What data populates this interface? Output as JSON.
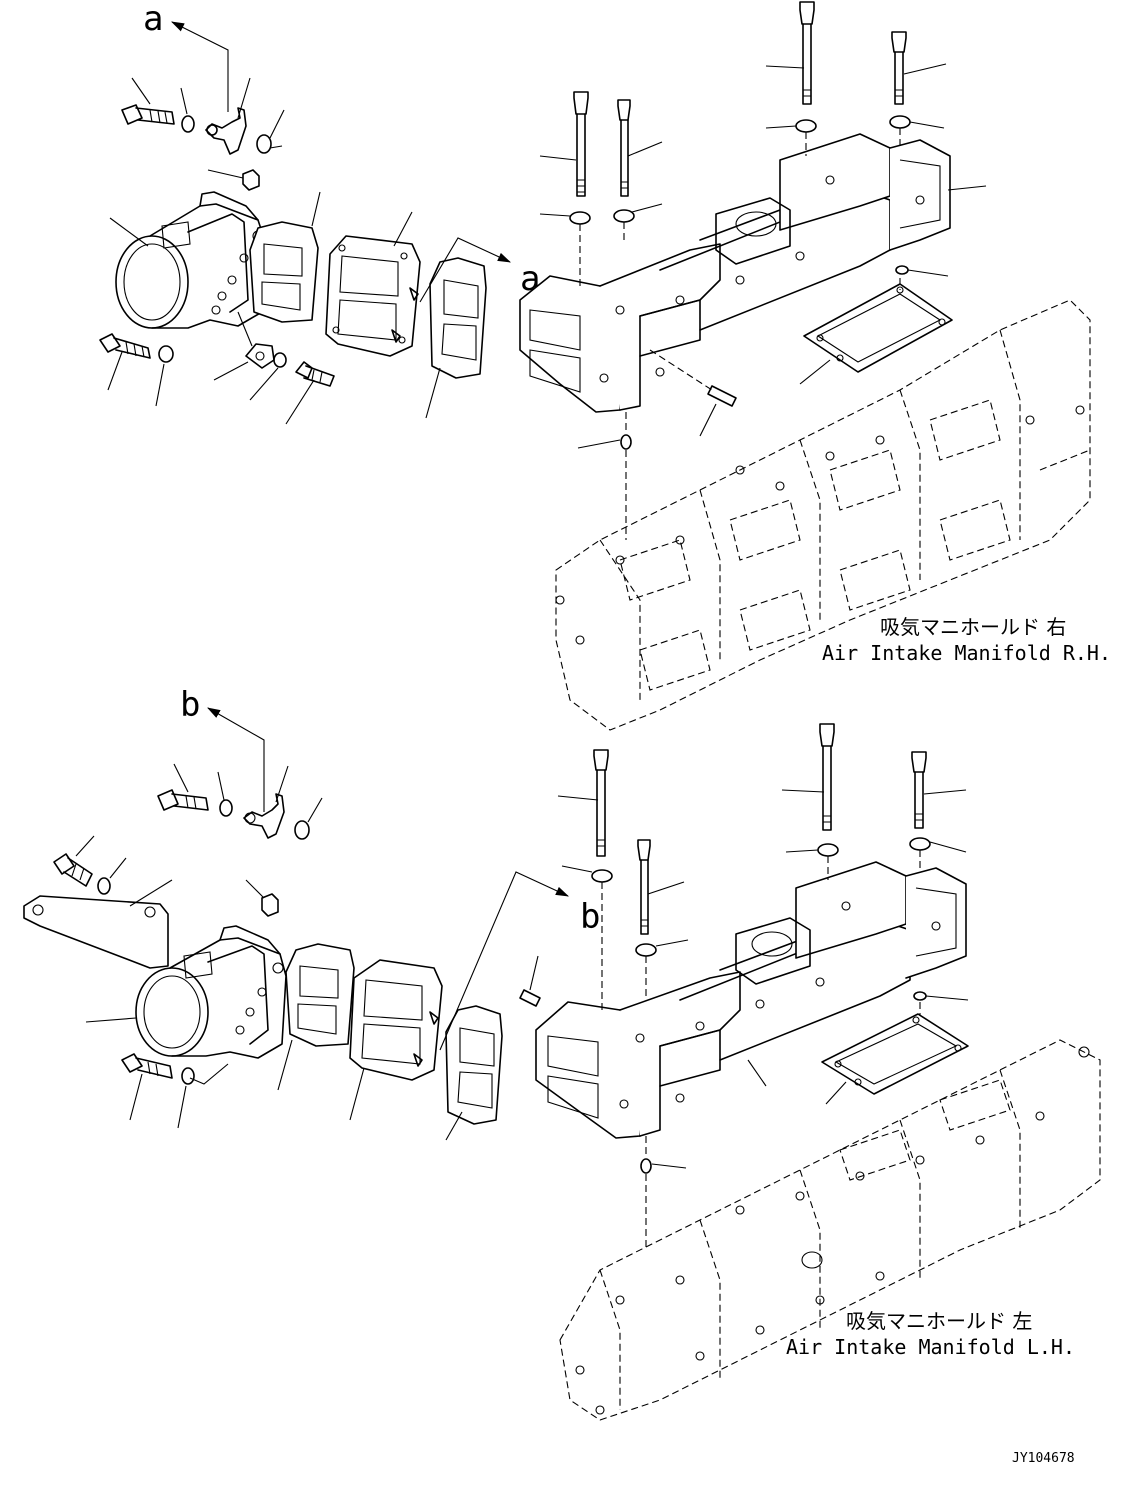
{
  "callouts": {
    "top_a1": "a",
    "top_a2": "a",
    "bottom_b1": "b",
    "bottom_b2": "b"
  },
  "captions": {
    "rh_japanese": "吸気マニホールド 右",
    "rh_english": "Air Intake Manifold R.H.",
    "lh_japanese": "吸気マニホールド 左",
    "lh_english": "Air Intake Manifold L.H."
  },
  "drawing_number": "JY104678"
}
